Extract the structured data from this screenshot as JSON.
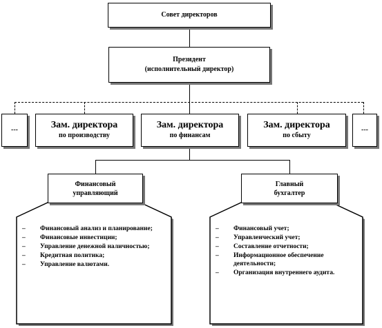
{
  "board": {
    "label": "Совет директоров"
  },
  "president": {
    "line1": "Президент",
    "line2": "(исполнительный  директор)"
  },
  "deputies": {
    "left_ellipsis": "---",
    "right_ellipsis": "---",
    "production": {
      "line1": "Зам. директора",
      "line2": "по производству"
    },
    "finance": {
      "line1": "Зам. директора",
      "line2": "по финансам"
    },
    "sales": {
      "line1": "Зам. директора",
      "line2": "по сбыту"
    }
  },
  "fin_manager": {
    "line1": "Финансовый",
    "line2": "управляющий"
  },
  "chief_accountant": {
    "line1": "Главный",
    "line2": "бухгалтер"
  },
  "fin_manager_duties": [
    "Финансовый анализ и планирование;",
    "Финансовые инвестиции;",
    "Управление денежной наличностью;",
    "Кредитная политика;",
    "Управление валютами."
  ],
  "accountant_duties": [
    "Финансовый учет;",
    "Управленческий учет;",
    "Составление  отчетности;",
    "Информационное обеспечение деятельности;",
    "Организация внутреннего аудита."
  ],
  "list_dash": "–"
}
